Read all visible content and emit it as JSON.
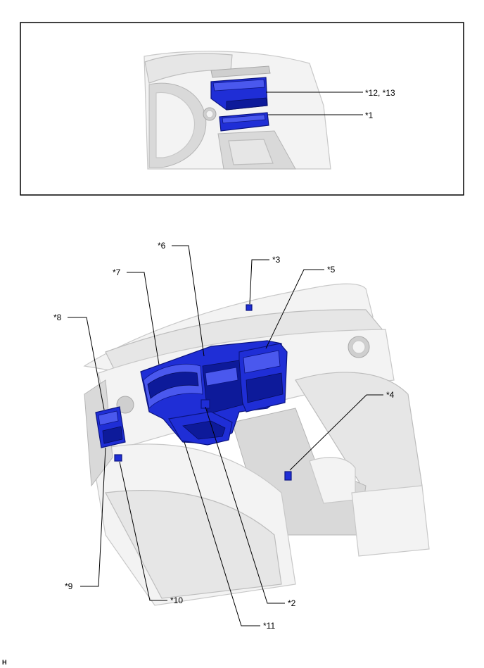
{
  "inset": {
    "callouts": {
      "c12_13": "*12, *13",
      "c1": "*1"
    }
  },
  "main": {
    "callouts": {
      "c6": "*6",
      "c3": "*3",
      "c5": "*5",
      "c7": "*7",
      "c8": "*8",
      "c4": "*4",
      "c9": "*9",
      "c10": "*10",
      "c2": "*2",
      "c11": "*11"
    }
  },
  "footer": {
    "figure_code": "H"
  },
  "colors": {
    "highlight_part": "#1f2ed6",
    "interior_gray": "#e6e6e6",
    "line": "#000000"
  }
}
